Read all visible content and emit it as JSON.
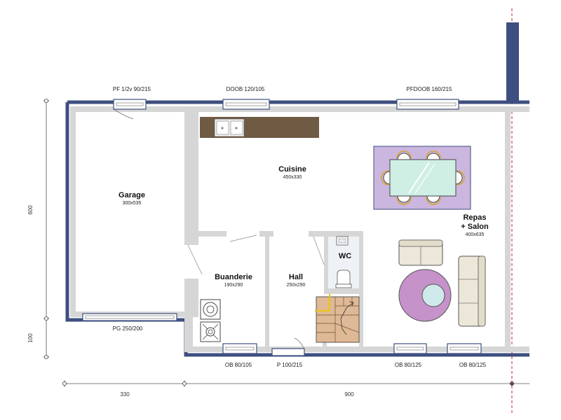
{
  "openings": {
    "top_pf": "PF 1/2v 90/215",
    "top_doob": "DOOB 120/105",
    "top_pfdoob": "PFDOOB 160/215",
    "bottom_pg": "PG 250/200",
    "bottom_ob1": "OB 80/105",
    "bottom_p": "P 100/215",
    "bottom_ob2": "OB 80/125",
    "bottom_ob3": "OB 80/125"
  },
  "rooms": {
    "garage": {
      "name": "Garage",
      "dim": "300x535"
    },
    "cuisine": {
      "name": "Cuisine",
      "dim": "450x330"
    },
    "repas_line1": "Repas",
    "repas_line2": "+ Salon",
    "repas_dim": "400x635",
    "buanderie": {
      "name": "Buanderie",
      "dim": "190x290"
    },
    "hall": {
      "name": "Hall",
      "dim": "250x290"
    },
    "wc": {
      "name": "WC"
    }
  },
  "dimensions": {
    "left_upper": "600",
    "left_lower": "100",
    "bottom_left": "330",
    "bottom_right": "900"
  },
  "colors": {
    "exterior_wall": "#3e4f7f",
    "interior_wall": "#d6d6d6",
    "counter": "#6f5a43",
    "rug_purple": "#cbb6e0",
    "round_rug": "#c592c9",
    "stairs": "#dfb995",
    "stair_accent": "#e7c51c",
    "sofa": "#ece7d9",
    "table_glass": "#cfeee4",
    "axis_red": "#d81e2a"
  },
  "icons": [
    "double-sink-icon",
    "toilet-icon",
    "washbasin-icon",
    "washing-machine-icon",
    "stove-icon",
    "staircase-icon",
    "sofa-icon",
    "dining-table-icon",
    "round-table-icon"
  ]
}
